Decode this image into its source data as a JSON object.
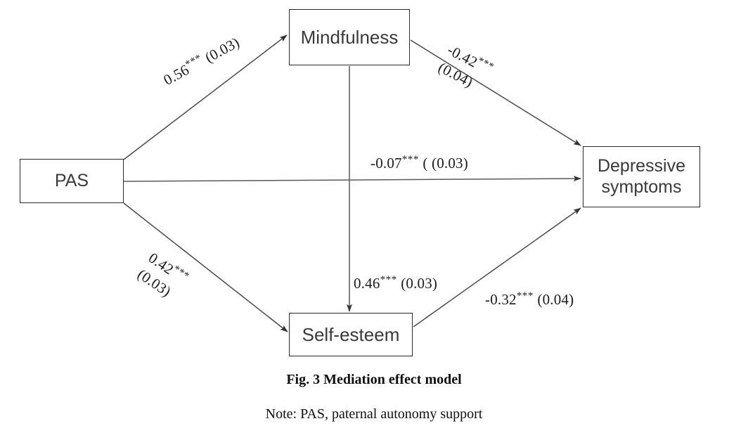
{
  "figure": {
    "caption": "Fig. 3 Mediation effect model",
    "note": "Note: PAS, paternal autonomy support"
  },
  "nodes": {
    "pas": "PAS",
    "mindfulness": "Mindfulness",
    "self_esteem": "Self-esteem",
    "depressive": "Depressive\nsymptoms"
  },
  "paths": {
    "pas_to_mindfulness": {
      "coefficient": "0.56",
      "stars": "***",
      "se": "(0.03)",
      "full": "0.56*** (0.03)"
    },
    "mindfulness_to_depressive": {
      "coefficient": "-0.42",
      "stars": "***",
      "se": "(0.04)",
      "full": "-0.42*** (0.04)"
    },
    "pas_to_depressive_direct": {
      "coefficient": "-0.07",
      "stars": "***",
      "se": "( (0.03)",
      "full": "-0.07*** ( (0.03)"
    },
    "pas_to_self_esteem": {
      "coefficient": "0.42",
      "stars": "***",
      "se": "(0.03)",
      "full": "0.42*** (0.03)"
    },
    "mindfulness_to_self_esteem": {
      "coefficient": "0.46",
      "stars": "***",
      "se": "(0.03)",
      "full": "0.46*** (0.03)"
    },
    "self_esteem_to_depressive": {
      "coefficient": "-0.32",
      "stars": "***",
      "se": "(0.04)",
      "full": "-0.32*** (0.04)"
    }
  },
  "colors": {
    "background": "#ffffff",
    "box_border": "#2b2b2b",
    "box_text": "#3a3a3a",
    "arrow": "#4a4a4a",
    "label_text": "#1c1c1c"
  },
  "chart_data": {
    "type": "diagram",
    "title": "Fig. 3 Mediation effect model",
    "nodes": [
      "PAS",
      "Mindfulness",
      "Self-esteem",
      "Depressive symptoms"
    ],
    "edges": [
      {
        "from": "PAS",
        "to": "Mindfulness",
        "value": 0.56,
        "se": 0.03,
        "significance": "***"
      },
      {
        "from": "PAS",
        "to": "Self-esteem",
        "value": 0.42,
        "se": 0.03,
        "significance": "***"
      },
      {
        "from": "PAS",
        "to": "Depressive symptoms",
        "value": -0.07,
        "se": 0.03,
        "significance": "***"
      },
      {
        "from": "Mindfulness",
        "to": "Depressive symptoms",
        "value": -0.42,
        "se": 0.04,
        "significance": "***"
      },
      {
        "from": "Mindfulness",
        "to": "Self-esteem",
        "value": 0.46,
        "se": 0.03,
        "significance": "***"
      },
      {
        "from": "Self-esteem",
        "to": "Depressive symptoms",
        "value": -0.32,
        "se": 0.04,
        "significance": "***"
      }
    ]
  }
}
